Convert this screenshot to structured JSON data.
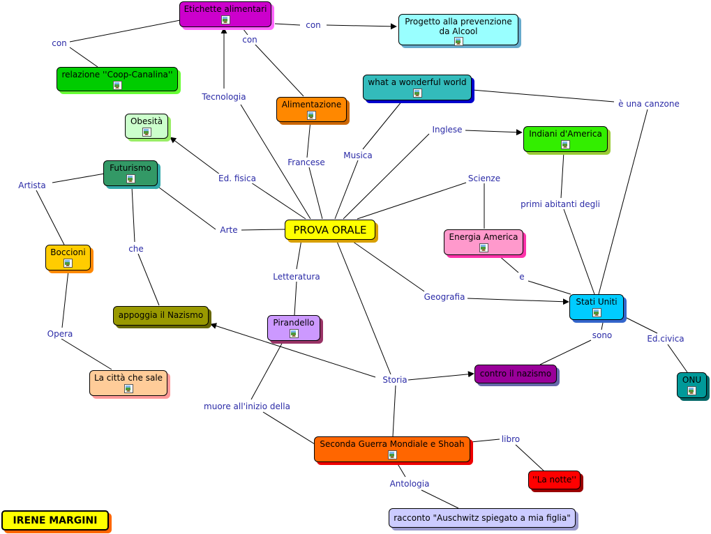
{
  "colors": {
    "link_text": "#2a2aa6",
    "line": "#000000"
  },
  "author": {
    "name": "IRENE MARGINI",
    "color": "#ffff00",
    "shadow": "#ff6600"
  },
  "nodes": [
    {
      "id": "prova",
      "text": "PROVA ORALE",
      "color": "#ffff00",
      "shadow": "#d8a000",
      "icon": false,
      "big": true
    },
    {
      "id": "etichette",
      "text": "Etichette alimentari",
      "color": "#cc00cc",
      "shadow": "#ff66ff",
      "icon": true
    },
    {
      "id": "progetto",
      "text": "Progetto alla prevenzione da Alcool",
      "color": "#99ffff",
      "shadow": "#66aacc",
      "icon": true
    },
    {
      "id": "coop",
      "text": "relazione ''Coop-Canalina''",
      "color": "#00cc00",
      "shadow": "#66ff33",
      "icon": true
    },
    {
      "id": "alimentazione",
      "text": "Alimentazione",
      "color": "#ff8800",
      "shadow": "#cc6600",
      "icon": true
    },
    {
      "id": "wonderful",
      "text": "what a wonderful world",
      "color": "#33bbbb",
      "shadow": "#0000cc",
      "icon": true
    },
    {
      "id": "obesita",
      "text": "Obesità",
      "color": "#ccffcc",
      "shadow": "#99ee66",
      "icon": true
    },
    {
      "id": "indiani",
      "text": "Indiani d'America",
      "color": "#33ee00",
      "shadow": "#99cc33",
      "icon": true
    },
    {
      "id": "futurismo",
      "text": "Futurismo",
      "color": "#339966",
      "shadow": "#33aaaa",
      "icon": true
    },
    {
      "id": "boccioni",
      "text": "Boccioni",
      "color": "#ffcc00",
      "shadow": "#ff8800",
      "icon": true
    },
    {
      "id": "energia",
      "text": "Energia America",
      "color": "#ff99cc",
      "shadow": "#ff33aa",
      "icon": true
    },
    {
      "id": "stati",
      "text": "Stati Uniti",
      "color": "#00ccff",
      "shadow": "#3366cc",
      "icon": true
    },
    {
      "id": "nazismo",
      "text": "appoggia il Nazismo",
      "color": "#999900",
      "shadow": "#666600",
      "icon": false
    },
    {
      "id": "pirandello",
      "text": "Pirandello",
      "color": "#cc99ff",
      "shadow": "#993366",
      "icon": true
    },
    {
      "id": "contro",
      "text": "contro il nazismo",
      "color": "#990099",
      "shadow": "#6666aa",
      "icon": false
    },
    {
      "id": "onu",
      "text": "ONU",
      "color": "#009999",
      "shadow": "#006666",
      "icon": true
    },
    {
      "id": "citta",
      "text": "La città che sale",
      "color": "#ffcc99",
      "shadow": "#ff9999",
      "icon": true
    },
    {
      "id": "guerra",
      "text": "Seconda Guerra Mondiale e Shoah",
      "color": "#ff6600",
      "shadow": "#ee0000",
      "icon": true
    },
    {
      "id": "notte",
      "text": "''La notte''",
      "color": "#ff0000",
      "shadow": "#990000",
      "icon": false
    },
    {
      "id": "racconto",
      "text": "racconto \"Auschwitz spiegato a mia figlia\"",
      "color": "#ccccff",
      "shadow": "#9999cc",
      "icon": false
    }
  ],
  "labels": [
    {
      "id": "l-con1",
      "text": "con"
    },
    {
      "id": "l-con2",
      "text": "con"
    },
    {
      "id": "l-con3",
      "text": "con"
    },
    {
      "id": "l-tecnologia",
      "text": "Tecnologia"
    },
    {
      "id": "l-musica",
      "text": "Musica"
    },
    {
      "id": "l-francese",
      "text": "Francese"
    },
    {
      "id": "l-inglese",
      "text": "Inglese"
    },
    {
      "id": "l-edfisica",
      "text": "Ed. fisica"
    },
    {
      "id": "l-scienze",
      "text": "Scienze"
    },
    {
      "id": "l-unacanzone",
      "text": "è una canzone"
    },
    {
      "id": "l-primi",
      "text": "primi abitanti degli"
    },
    {
      "id": "l-artista",
      "text": "Artista"
    },
    {
      "id": "l-arte",
      "text": "Arte"
    },
    {
      "id": "l-che",
      "text": "che"
    },
    {
      "id": "l-letteratura",
      "text": "Letteratura"
    },
    {
      "id": "l-e",
      "text": "e"
    },
    {
      "id": "l-geografia",
      "text": "Geografia"
    },
    {
      "id": "l-opera",
      "text": "Opera"
    },
    {
      "id": "l-sono",
      "text": "sono"
    },
    {
      "id": "l-edcivica",
      "text": "Ed.civica"
    },
    {
      "id": "l-storia",
      "text": "Storia"
    },
    {
      "id": "l-muore",
      "text": "muore all'inizio della"
    },
    {
      "id": "l-libro",
      "text": "libro"
    },
    {
      "id": "l-antologia",
      "text": "Antologia"
    }
  ]
}
